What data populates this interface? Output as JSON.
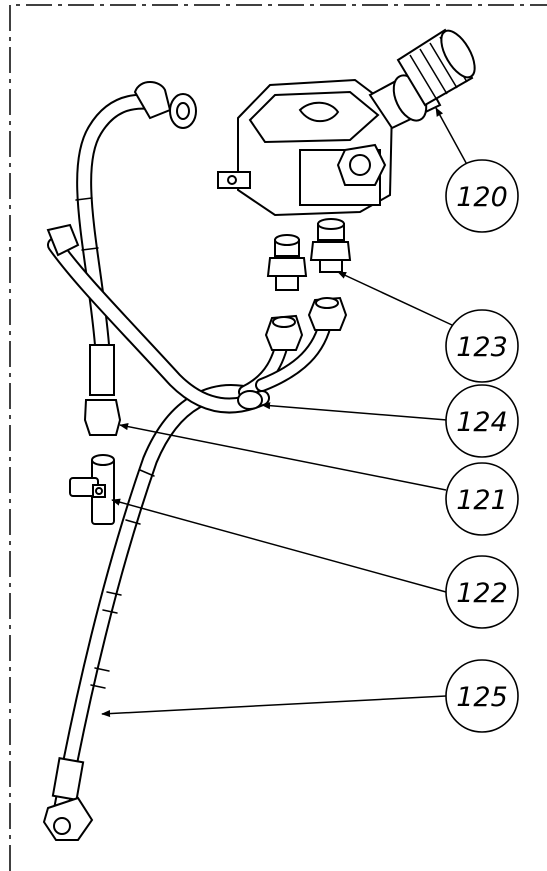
{
  "figure": {
    "callouts": [
      {
        "id": "c120",
        "label": "120"
      },
      {
        "id": "c123",
        "label": "123"
      },
      {
        "id": "c124",
        "label": "124"
      },
      {
        "id": "c121",
        "label": "121"
      },
      {
        "id": "c122",
        "label": "122"
      },
      {
        "id": "c125",
        "label": "125"
      }
    ]
  }
}
